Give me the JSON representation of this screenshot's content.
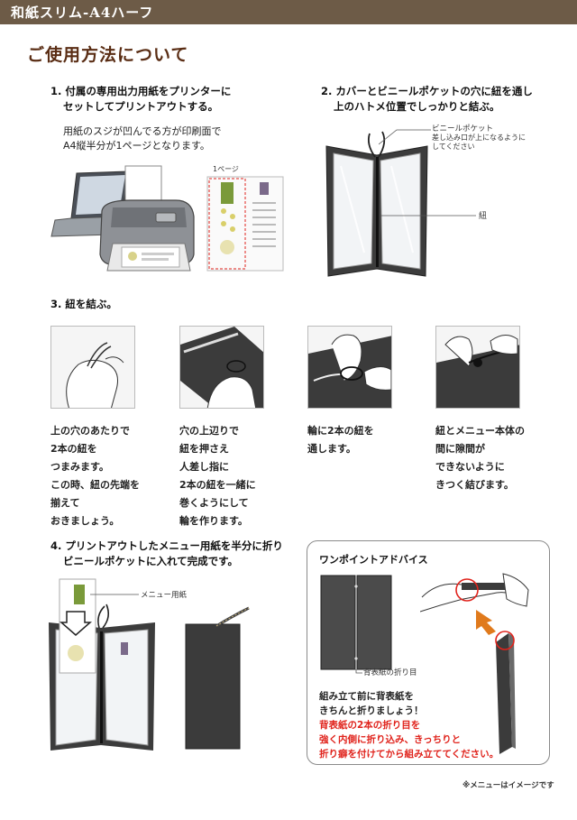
{
  "header": {
    "title": "和紙スリム-A4ハーフ"
  },
  "page_title": "ご使用方法について",
  "step1": {
    "heading_line1": "1. 付属の専用出力用紙をプリンターに",
    "heading_line2": "セットしてプリントアウトする。",
    "body_line1": "用紙のスジが凹んでる方が印刷面で",
    "body_line2": "A4縦半分が1ページとなります。",
    "page_label": "1ページ"
  },
  "step2": {
    "heading_line1": "2. カバーとビニールポケットの穴に紐を通し",
    "heading_line2": "上のハトメ位置でしっかりと結ぶ。",
    "callout_pocket_line1": "ビニールポケット",
    "callout_pocket_line2": "差し込み口が上になるように",
    "callout_pocket_line3": "してください",
    "callout_string": "紐"
  },
  "step3": {
    "heading": "3. 紐を結ぶ。",
    "captions": [
      [
        "上の穴のあたりで",
        "2本の紐を",
        "つまみます。",
        "この時、紐の先端を",
        "揃えて",
        "おきましょう。"
      ],
      [
        "穴の上辺りで",
        "紐を押さえ",
        "人差し指に",
        "2本の紐を一緒に",
        "巻くようにして",
        "輪を作ります。"
      ],
      [
        "輪に2本の紐を",
        "通します。"
      ],
      [
        "紐とメニュー本体の",
        "間に隙間が",
        "できないように",
        "きつく結びます。"
      ]
    ]
  },
  "step4": {
    "heading_line1": "4. プリントアウトしたメニュー用紙を半分に折り",
    "heading_line2": "ビニールポケットに入れて完成です。",
    "callout_menu_paper": "メニュー用紙"
  },
  "advice": {
    "title": "ワンポイントアドバイス",
    "fold_label": "背表紙の折り目",
    "line1": "組み立て前に背表紙を",
    "line2": "きちんと折りましょう！",
    "red_line1": "背表紙の2本の折り目を",
    "red_line2": "強く内側に折り込み、きっちりと",
    "red_line3": "折り癖を付けてから組み立ててください。"
  },
  "footnote": "※メニューはイメージです",
  "colors": {
    "header_bg": "#6d5b47",
    "title": "#5a2d14",
    "warning": "#e0231c",
    "arrow": "#e07a1c",
    "cover": "#3a3a3a"
  }
}
